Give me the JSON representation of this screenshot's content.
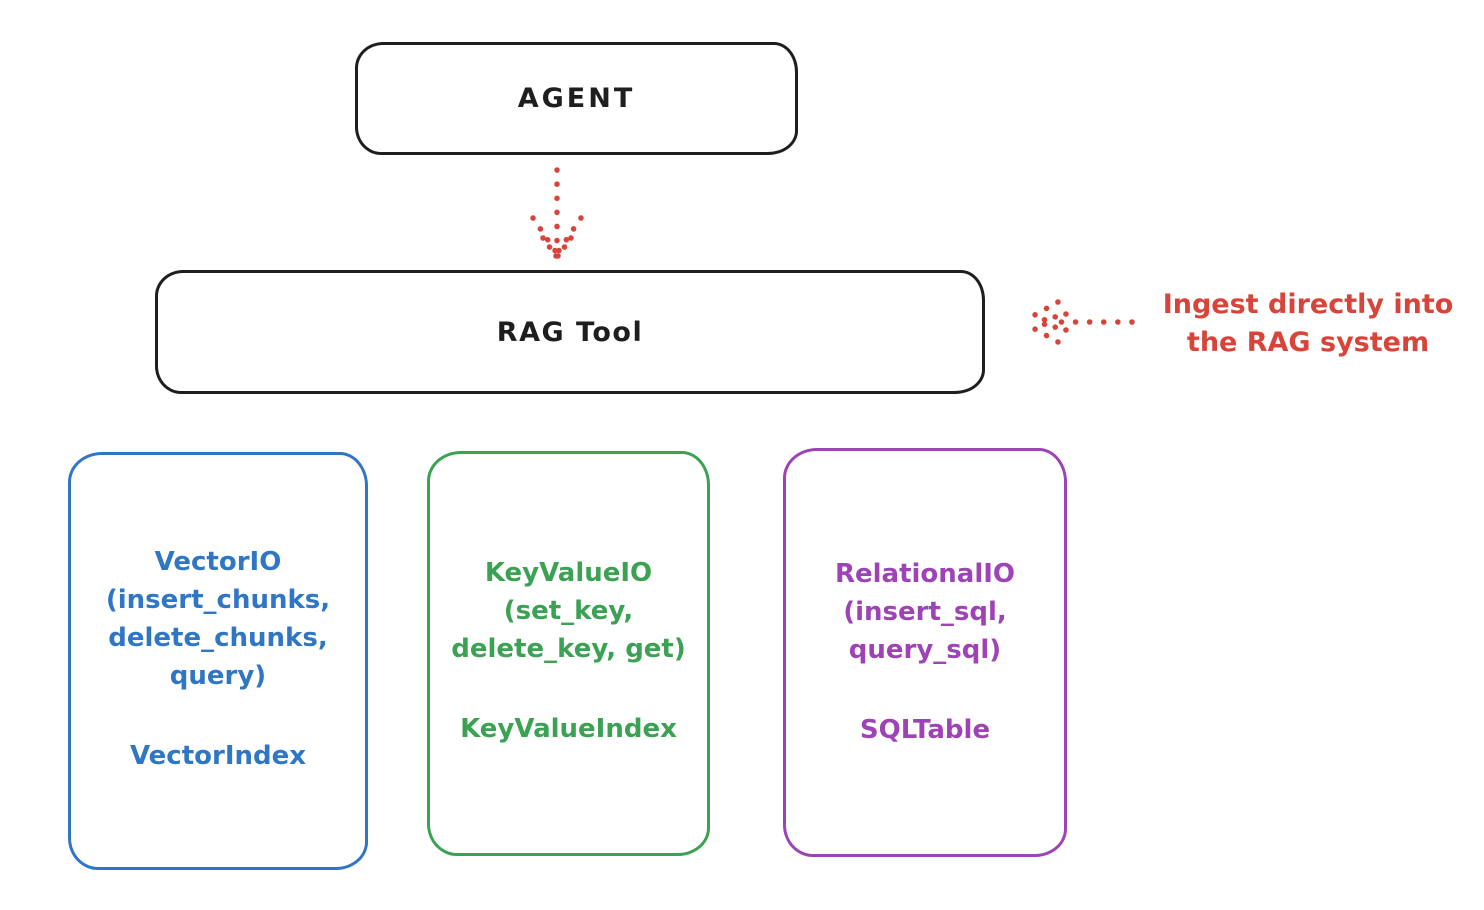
{
  "diagram": {
    "title_hint": "RAG Tool architecture sketch",
    "colors": {
      "ink": "#1e1e1e",
      "red": "#d9443a",
      "blue": "#2f76c5",
      "green": "#3ba153",
      "purple": "#9d43b6",
      "background": "#ffffff"
    },
    "nodes": {
      "agent": {
        "label": "AGENT"
      },
      "rag_tool": {
        "label": "RAG Tool"
      },
      "vector": {
        "lines": [
          "VectorIO",
          "(insert_chunks,",
          "delete_chunks,",
          "query)"
        ],
        "index_label": "VectorIndex"
      },
      "keyvalue": {
        "lines": [
          "KeyValueIO",
          "(set_key,",
          "delete_key, get)"
        ],
        "index_label": "KeyValueIndex"
      },
      "relational": {
        "lines": [
          "RelationalIO",
          "(insert_sql,",
          "query_sql)"
        ],
        "index_label": "SQLTable"
      }
    },
    "annotation": {
      "lines": [
        "Ingest directly into",
        "the RAG system"
      ]
    },
    "arrows": {
      "agent_to_rag": "dotted-red-down-arrow",
      "annotation_to_rag": "dotted-red-left-arrow"
    }
  }
}
